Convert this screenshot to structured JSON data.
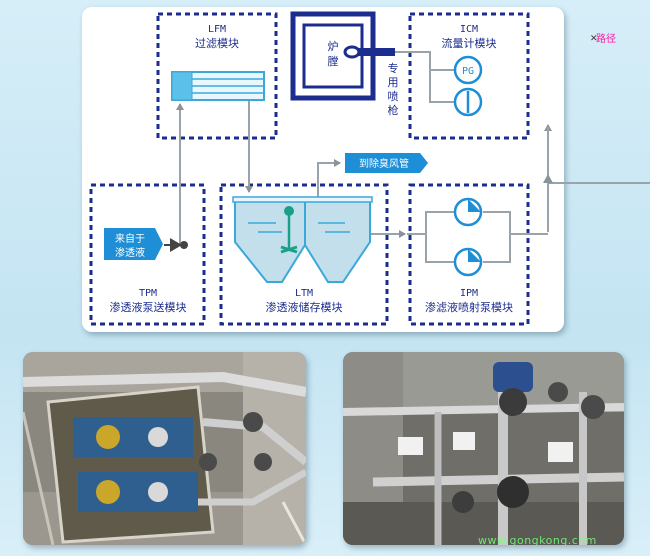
{
  "labels": {
    "lfm_code": "LFM",
    "lfm_name": "过滤模块",
    "icm_code": "ICM",
    "icm_name": "流量计模块",
    "furnace_1": "炉",
    "furnace_2": "膛",
    "spray_gun_1": "专",
    "spray_gun_2": "用",
    "spray_gun_3": "喷",
    "spray_gun_4": "枪",
    "pg": "PG",
    "deodor": "到除臭风管",
    "source_1": "来自于",
    "source_2": "渗透液",
    "tpm_code": "TPM",
    "tpm_name": "渗透液泵送模块",
    "ltm_code": "LTM",
    "ltm_name": "渗透液储存模块",
    "ipm_code": "IPM",
    "ipm_name": "渗滤液喷射泵模块"
  },
  "route_label": "路径",
  "watermark": "www.gongkong.com",
  "colors": {
    "dash_border": "#1b2d8e",
    "pipe": "#9aa3a9",
    "arrow_fill": "#1e8fd6",
    "tank_fill": "#bcdbe9",
    "furnace_border": "#1b2d8e"
  }
}
